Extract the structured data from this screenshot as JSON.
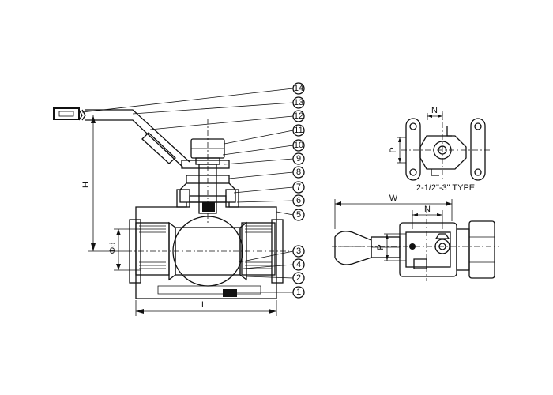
{
  "part_numbers": [
    "14",
    "13",
    "12",
    "11",
    "10",
    "9",
    "8",
    "7",
    "6",
    "5",
    "3",
    "4",
    "2",
    "1"
  ],
  "dimensions": {
    "height": "H",
    "length": "L",
    "diameter": "Φd",
    "width": "W",
    "pitch_n": "N",
    "pitch_p": "P"
  },
  "mount_type_label": "2-1/2\"-3\" TYPE"
}
